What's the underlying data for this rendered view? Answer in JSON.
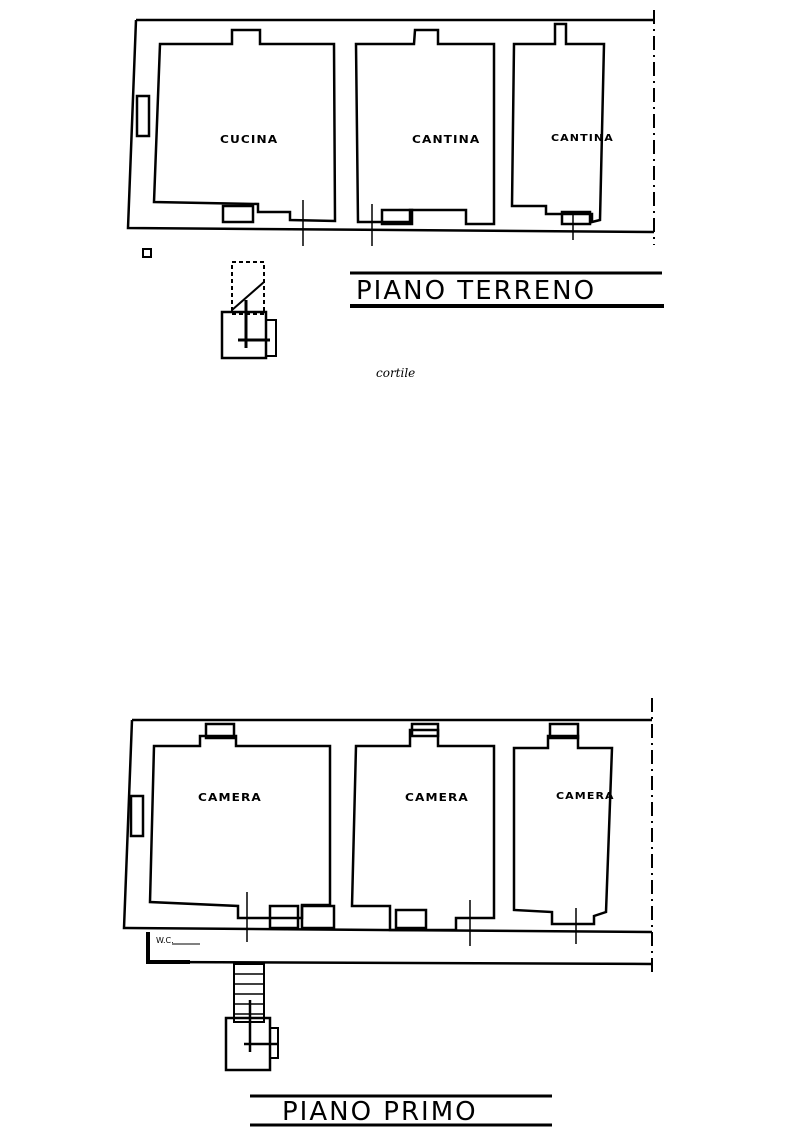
{
  "ground_floor": {
    "title": "PIANO  TERRENO",
    "rooms": [
      {
        "label": "CUCINA"
      },
      {
        "label": "CANTINA"
      },
      {
        "label": "CANTINA"
      }
    ],
    "courtyard_note": "cortile"
  },
  "first_floor": {
    "title": "PIANO  PRIMO",
    "rooms": [
      {
        "label": "CAMERA"
      },
      {
        "label": "CAMERA"
      },
      {
        "label": "CAMERA"
      }
    ],
    "wc_label": "W.C."
  },
  "colors": {
    "ink": "#000000",
    "paper": "#ffffff"
  }
}
